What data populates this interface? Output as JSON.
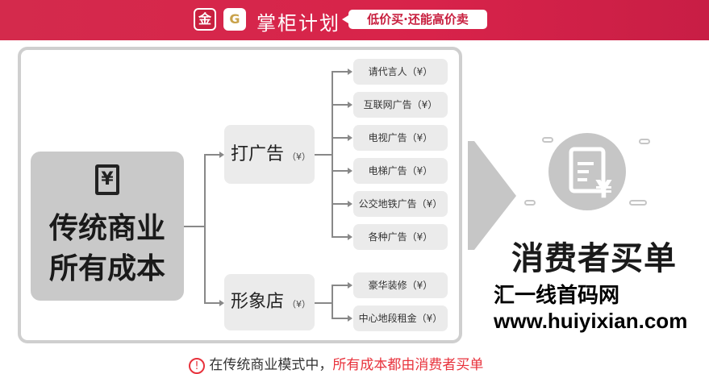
{
  "header": {
    "logo1": "金",
    "logo2": "G",
    "title": "掌柜计划",
    "slogan": "低价买·还能高价卖"
  },
  "main": {
    "icon": "receipt-yuan-icon",
    "line1": "传统商业",
    "line2": "所有成本"
  },
  "branches": [
    {
      "label": "打广告",
      "unit": "（¥）",
      "items": [
        "请代言人（¥）",
        "互联网广告（¥）",
        "电视广告（¥）",
        "电梯广告（¥）",
        "公交地铁广告（¥）",
        "各种广告（¥）"
      ]
    },
    {
      "label": "形象店",
      "unit": "（¥）",
      "items": [
        "豪华装修（¥）",
        "中心地段租金（¥）"
      ]
    }
  ],
  "result": {
    "icon": "bill-yuan-icon",
    "label": "消费者买单"
  },
  "footer": {
    "prefix": "在传统商业模式中，",
    "highlight": "所有成本都由消费者买单"
  },
  "watermark": "汇一线首码网 www.huiyixian.com",
  "colors": {
    "header": "#d8234a",
    "box": "#c9c9c9",
    "highlight": "#e8323c"
  }
}
